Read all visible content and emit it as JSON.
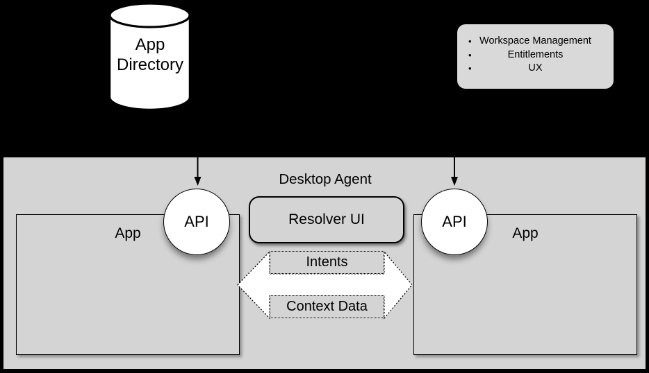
{
  "app_directory": {
    "label": "App Directory"
  },
  "features_callout": {
    "items": [
      {
        "bullet": "•",
        "label": "Workspace Management"
      },
      {
        "bullet": "•",
        "label": "Entitlements"
      },
      {
        "bullet": "•",
        "label": "UX"
      }
    ]
  },
  "desktop_agent": {
    "title": "Desktop Agent",
    "resolver_label": "Resolver UI"
  },
  "left_app": {
    "label": "App",
    "api_label": "API"
  },
  "right_app": {
    "label": "App",
    "api_label": "API"
  },
  "message_flows": {
    "intents": "Intents",
    "context_data": "Context Data"
  },
  "colors": {
    "background": "#000000",
    "panel_fill": "#d4d4d4",
    "callout_fill": "#d9d9d9",
    "node_fill": "#ffffff",
    "stroke": "#000000"
  }
}
